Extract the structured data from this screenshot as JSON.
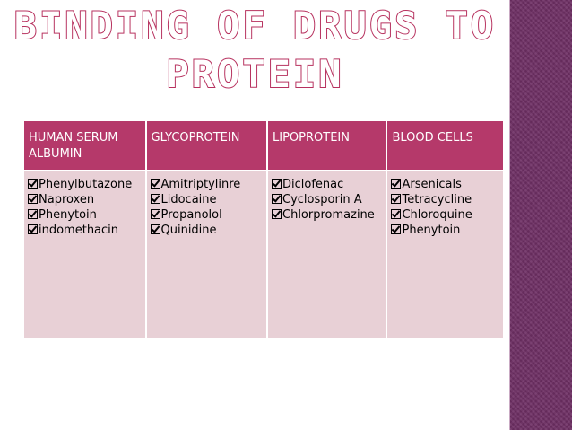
{
  "slide": {
    "title_line1": "BINDING OF DRUGS TO",
    "title_line2": "PROTEIN"
  },
  "table": {
    "headers": [
      "HUMAN SERUM ALBUMIN",
      "GLYCOPROTEIN",
      "LIPOPROTEIN",
      "BLOOD CELLS"
    ],
    "columns": [
      [
        "Phenylbutazone",
        "Naproxen",
        "Phenytoin",
        "indomethacin"
      ],
      [
        "Amitriptylinre",
        "Lidocaine",
        "Propanolol",
        "Quinidine"
      ],
      [
        "Diclofenac",
        "Cyclosporin A",
        "Chlorpromazine"
      ],
      [
        "Arsenicals",
        "Tetracycline",
        "Chloroquine",
        "Phenytoin"
      ]
    ]
  },
  "colors": {
    "header_bg": "#b5396a",
    "cell_bg": "#e8d0d6",
    "title_outline": "#b7325f",
    "side_bar": "#6e2f64"
  },
  "icons": {
    "bullet": "check-box-icon"
  }
}
